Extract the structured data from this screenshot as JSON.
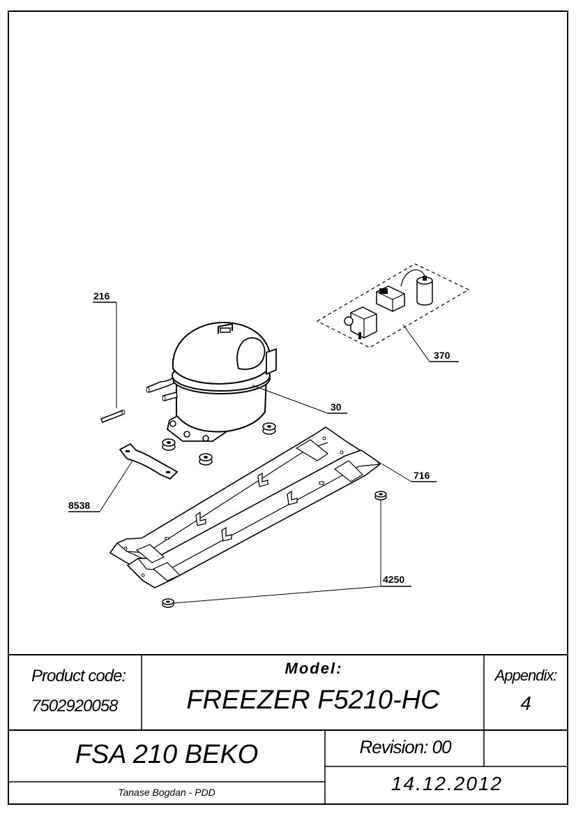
{
  "callouts": {
    "part_216": "216",
    "part_370": "370",
    "part_30": "30",
    "part_716": "716",
    "part_8538": "8538",
    "part_4250": "4250"
  },
  "title_block": {
    "product_code_label": "Product code:",
    "product_code_value": "7502920058",
    "model_label": "Model:",
    "model_value": "FREEZER F5210-HC",
    "appendix_label": "Appendix:",
    "appendix_value": "4",
    "project": "FSA 210 BEKO",
    "revision": "Revision: 00",
    "author": "Tanase Bogdan - PDD",
    "date": "14.12.2012"
  }
}
